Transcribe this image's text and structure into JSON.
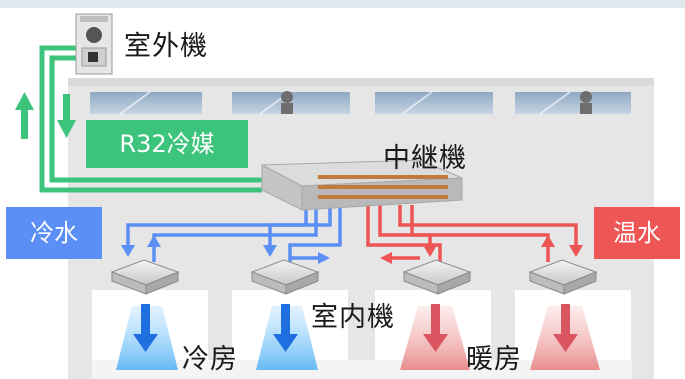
{
  "labels": {
    "outdoor_unit": "室外機",
    "refrigerant": "R32冷媒",
    "relay_unit": "中継機",
    "cold_water": "冷水",
    "hot_water": "温水",
    "indoor_unit": "室内機",
    "cooling": "冷房",
    "heating": "暖房"
  },
  "colors": {
    "refrigerant": "#3cc47c",
    "cold": "#5b8ff5",
    "hot": "#ee5555",
    "cool_air": "#1f6fe0",
    "warm_air": "#d9555f",
    "building": "#e9e9e9"
  },
  "icons": {
    "outdoor_unit": "outdoor-unit-icon",
    "relay_unit": "relay-unit-icon",
    "indoor_unit": "cassette-unit-icon"
  }
}
